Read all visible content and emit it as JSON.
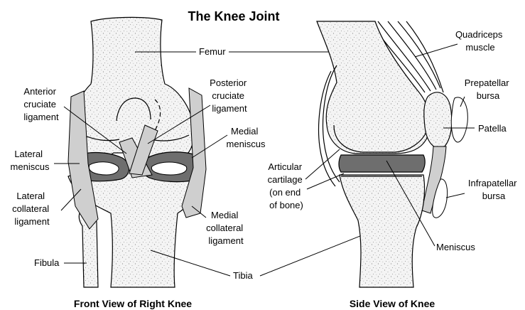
{
  "title": "The Knee Joint",
  "captions": {
    "front": "Front View of Right Knee",
    "side": "Side View of Knee"
  },
  "labels": {
    "femur": "Femur",
    "tibia": "Tibia",
    "fibula": "Fibula",
    "anterior_cruciate": [
      "Anterior",
      "cruciate",
      "ligament"
    ],
    "posterior_cruciate": [
      "Posterior",
      "cruciate",
      "ligament"
    ],
    "medial_meniscus": [
      "Medial",
      "meniscus"
    ],
    "lateral_meniscus": [
      "Lateral",
      "meniscus"
    ],
    "lateral_collateral": [
      "Lateral",
      "collateral",
      "ligament"
    ],
    "medial_collateral": [
      "Medial",
      "collateral",
      "ligament"
    ],
    "quadriceps": [
      "Quadriceps",
      "muscle"
    ],
    "prepatellar": [
      "Prepatellar",
      "bursa"
    ],
    "patella": "Patella",
    "articular_cartilage": [
      "Articular",
      "cartilage",
      "(on end",
      "of bone)"
    ],
    "infrapatellar": [
      "Infrapatellar",
      "bursa"
    ],
    "meniscus": "Meniscus"
  },
  "colors": {
    "bone_fill": "#f2f2f2",
    "meniscus": "#6e6e6e",
    "ligament": "#cfcfcf",
    "outline": "#000000"
  }
}
